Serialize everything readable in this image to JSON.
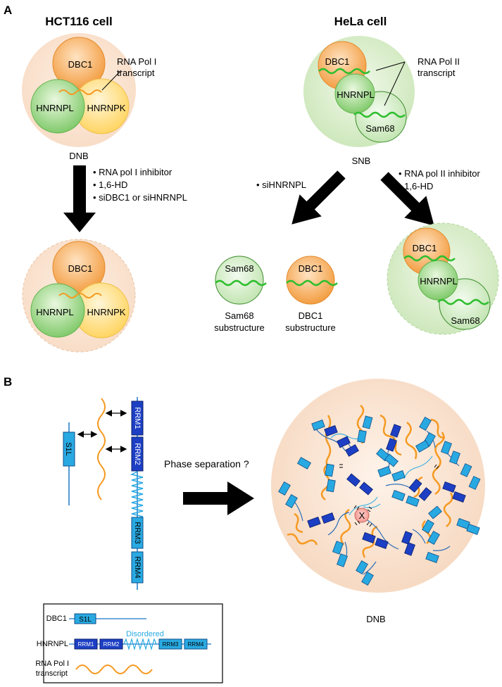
{
  "panel_a": {
    "letter": "A",
    "left": {
      "title": "HCT116 cell",
      "proteins": {
        "dbc1": "DBC1",
        "hnrnpl": "HNRNPL",
        "hnrnpk": "HNRNPK"
      },
      "transcript_label": [
        "RNA Pol I",
        "transcript"
      ],
      "body_label": "DNB",
      "treatments": [
        "• RNA pol I inhibitor",
        "• 1,6-HD",
        "• siDBC1 or siHNRNPL"
      ]
    },
    "right": {
      "title": "HeLa cell",
      "proteins": {
        "dbc1": "DBC1",
        "hnrnpl": "HNRNPL",
        "sam68": "Sam68"
      },
      "transcript_label": [
        "RNA Pol II",
        "transcript"
      ],
      "body_label": "SNB",
      "treatment_left": "• siHNRNPL",
      "treatments_right": [
        "• RNA pol II inhibitor",
        "• 1,6-HD"
      ],
      "substructures": [
        {
          "protein": "Sam68",
          "label": [
            "Sam68",
            "substructure"
          ]
        },
        {
          "protein": "DBC1",
          "label": [
            "DBC1",
            "substructure"
          ]
        }
      ]
    }
  },
  "panel_b": {
    "letter": "B",
    "domains": {
      "s1l": "S1L",
      "rrm1": "RRM1",
      "rrm2": "RRM2",
      "rrm3": "RRM3",
      "rrm4": "RRM4"
    },
    "arrow_label": "Phase separation ?",
    "droplet_label": "DNB",
    "x_label": "X",
    "legend": {
      "dbc1": "DBC1",
      "hnrnpl": "HNRNPL",
      "disordered": "Disordered",
      "rna_lines": [
        "RNA Pol I",
        "transcript"
      ]
    }
  },
  "colors": {
    "dbc1_orange": "#f7a04a",
    "hnrnpl_green": "#8ed17a",
    "hnrnpk_yellow": "#ffd96a",
    "rna_orange": "#f59a23",
    "rna_green": "#2fbf2f",
    "domain_light_blue": "#29a9e1",
    "domain_dark_blue": "#1d3fc4",
    "droplet_peach": "#fbe3cf",
    "snb_green": "#d8edcb"
  }
}
